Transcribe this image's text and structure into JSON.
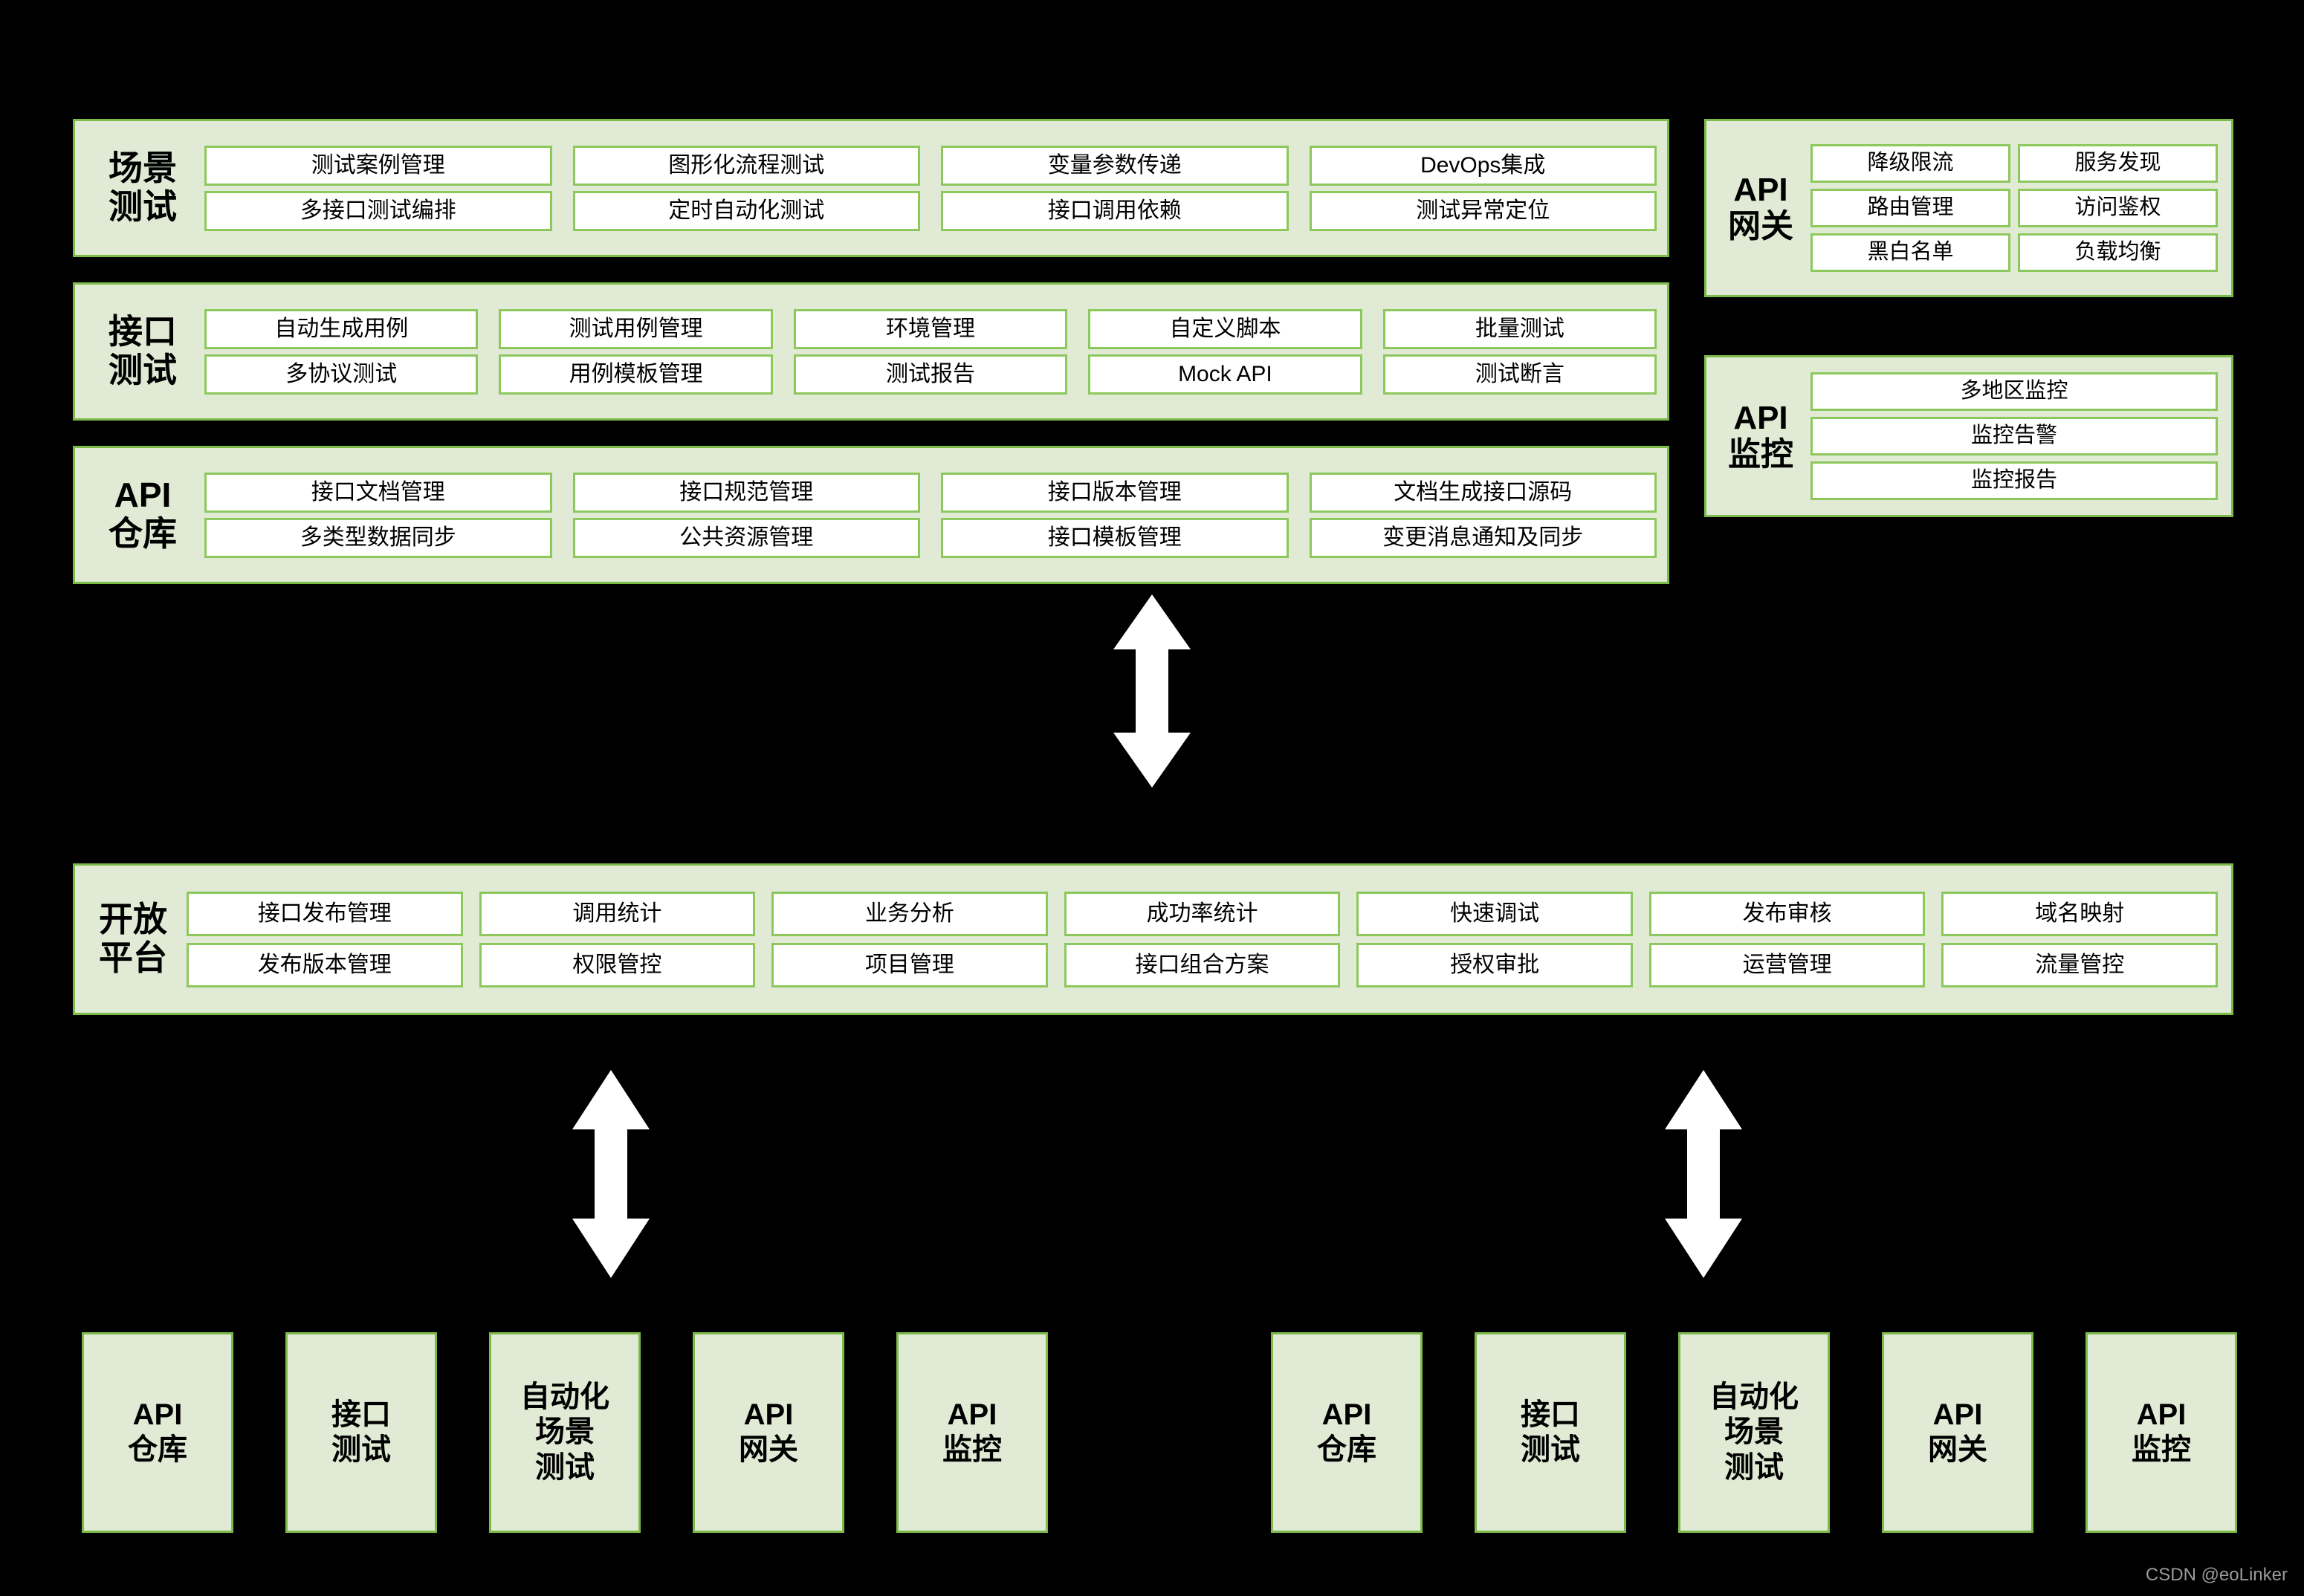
{
  "panels": {
    "scene": {
      "label": "场景\n测试",
      "rows": [
        [
          "测试案例管理",
          "图形化流程测试",
          "变量参数传递",
          "DevOps集成"
        ],
        [
          "多接口测试编排",
          "定时自动化测试",
          "接口调用依赖",
          "测试异常定位"
        ]
      ]
    },
    "interface": {
      "label": "接口\n测试",
      "rows": [
        [
          "自动生成用例",
          "测试用例管理",
          "环境管理",
          "自定义脚本",
          "批量测试"
        ],
        [
          "多协议测试",
          "用例模板管理",
          "测试报告",
          "Mock API",
          "测试断言"
        ]
      ]
    },
    "warehouse": {
      "label": "API\n仓库",
      "rows": [
        [
          "接口文档管理",
          "接口规范管理",
          "接口版本管理",
          "文档生成接口源码"
        ],
        [
          "多类型数据同步",
          "公共资源管理",
          "接口模板管理",
          "变更消息通知及同步"
        ]
      ]
    },
    "gateway": {
      "label": "API\n网关",
      "rows": [
        [
          "降级限流",
          "服务发现"
        ],
        [
          "路由管理",
          "访问鉴权"
        ],
        [
          "黑白名单",
          "负载均衡"
        ]
      ]
    },
    "monitor": {
      "label": "API\n监控",
      "rows": [
        [
          "多地区监控"
        ],
        [
          "监控告警"
        ],
        [
          "监控报告"
        ]
      ]
    },
    "open_platform": {
      "label": "开放\n平台",
      "rows": [
        [
          "接口发布管理",
          "调用统计",
          "业务分析",
          "成功率统计",
          "快速调试",
          "发布审核",
          "域名映射"
        ],
        [
          "发布版本管理",
          "权限管控",
          "项目管理",
          "接口组合方案",
          "授权审批",
          "运营管理",
          "流量管控"
        ]
      ]
    }
  },
  "bottom_groups": [
    {
      "boxes": [
        "API\n仓库",
        "接口\n测试",
        "自动化\n场景\n测试",
        "API\n网关",
        "API\n监控"
      ]
    },
    {
      "boxes": [
        "API\n仓库",
        "接口\n测试",
        "自动化\n场景\n测试",
        "API\n网关",
        "API\n监控"
      ]
    }
  ],
  "arrows": [
    {
      "name": "arrow-warehouse-to-open-platform"
    },
    {
      "name": "arrow-open-platform-to-bottom-left"
    },
    {
      "name": "arrow-open-platform-to-bottom-right"
    }
  ],
  "colors": {
    "background": "#000000",
    "panel_fill": "#e0ead4",
    "panel_border": "#7cbb4a",
    "cell_fill": "#ffffff",
    "cell_border": "#8dc85c",
    "arrow": "#ffffff",
    "watermark": "#9a9a9a"
  },
  "watermark": "CSDN @eoLinker"
}
